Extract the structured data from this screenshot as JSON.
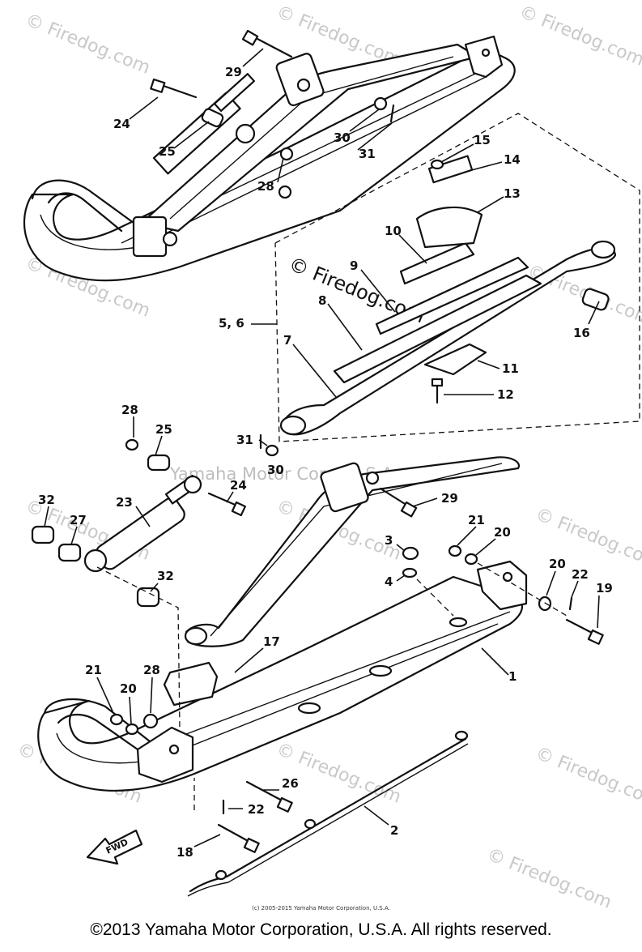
{
  "watermarks": [
    "© Firedog.com",
    "© Firedog.com",
    "© Firedog.com",
    "© Firedog.com",
    "© Firedog.com",
    "© Firedog.com",
    "© Firedog.com",
    "© Firedog.com",
    "© Firedog.com",
    "© Firedog.com",
    "© Firedog.com",
    "© Firedog.com"
  ],
  "center_watermark": "© Firedog.com",
  "yamaha_watermark": "Yamaha Motor Corp. U.S.A.",
  "fwd_label": "FWD",
  "callouts": {
    "c29_top": "29",
    "c24_top": "24",
    "c25_top": "25",
    "c30_top": "30",
    "c31_top": "31",
    "c28_top": "28",
    "c15": "15",
    "c14": "14",
    "c13": "13",
    "c10": "10",
    "c9": "9",
    "c8": "8",
    "c56": "5, 6",
    "c7": "7",
    "c16": "16",
    "c11": "11",
    "c12": "12",
    "c28_mid": "28",
    "c25_mid": "25",
    "c31_mid": "31",
    "c30_mid": "30",
    "c24_mid": "24",
    "c29_mid": "29",
    "c32_a": "32",
    "c27": "27",
    "c23": "23",
    "c32_b": "32",
    "c21_right": "21",
    "c20_right_a": "20",
    "c3": "3",
    "c4": "4",
    "c20_right_b": "20",
    "c22_right": "22",
    "c19": "19",
    "c1": "1",
    "c17": "17",
    "c21_left": "21",
    "c20_left": "20",
    "c28_low": "28",
    "c26": "26",
    "c22_low": "22",
    "c2": "2",
    "c18": "18"
  },
  "small_copyright": "(c) 2005-2015 Yamaha Motor Corporation, U.S.A.",
  "footer_copyright": "©2013 Yamaha Motor Corporation, U.S.A. All rights reserved."
}
